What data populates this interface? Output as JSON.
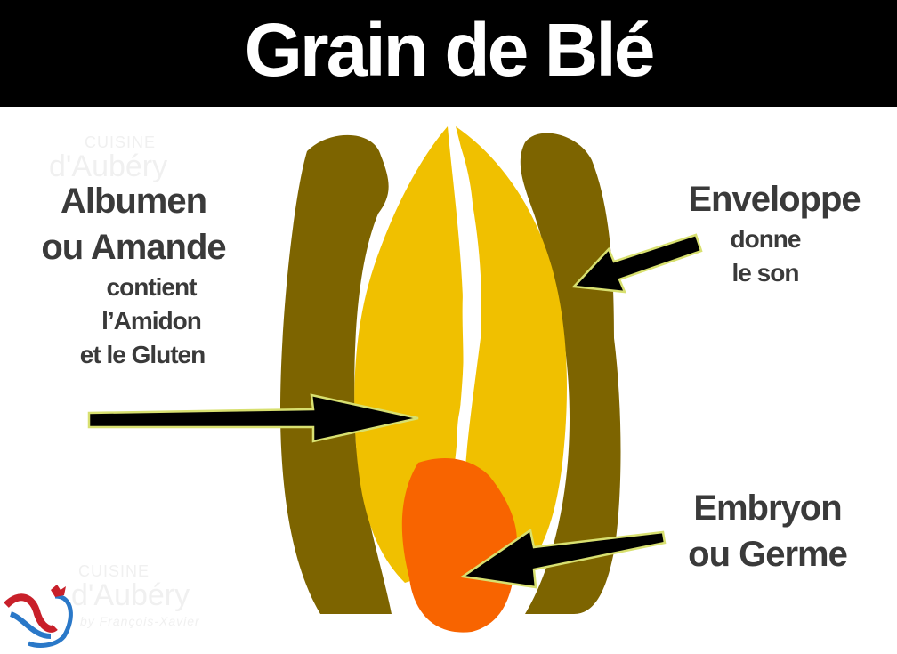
{
  "title": "Grain de Blé",
  "labels": {
    "albumen": {
      "line1": "Albumen",
      "line2": "ou Amande",
      "line3": "contient",
      "line4": "l’Amidon",
      "line5": "et le Gluten"
    },
    "enveloppe": {
      "line1": "Enveloppe",
      "line2": "donne",
      "line3": "le son"
    },
    "embryon": {
      "line1": "Embryon",
      "line2": "ou Germe"
    }
  },
  "watermark": {
    "line1": "CUISINE",
    "line2": "d'Aubéry",
    "line3": "by François-Xavier"
  },
  "colors": {
    "husk": "#7d6400",
    "endosperm": "#f0c000",
    "embryo": "#f86400",
    "arrow": "#000000",
    "arrow_outline": "#d8e070"
  }
}
